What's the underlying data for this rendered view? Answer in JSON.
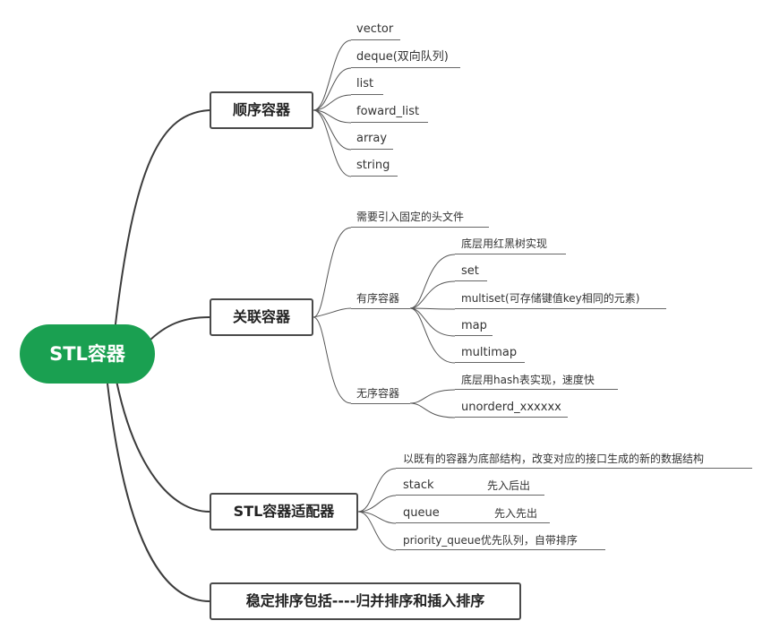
{
  "root": {
    "label": "STL容器"
  },
  "sequence": {
    "label": "顺序容器",
    "items": [
      "vector",
      "deque(双向队列)",
      "list",
      "foward_list",
      "array",
      "string"
    ]
  },
  "associative": {
    "label": "关联容器",
    "note": "需要引入固定的头文件",
    "ordered": {
      "label": "有序容器",
      "items": [
        "底层用红黑树实现",
        "set",
        "multiset(可存储键值key相同的元素)",
        "map",
        "multimap"
      ]
    },
    "unordered": {
      "label": "无序容器",
      "items": [
        "底层用hash表实现，速度快",
        "unorderd_xxxxxx"
      ]
    }
  },
  "adapter": {
    "label": "STL容器适配器",
    "items": [
      {
        "label": "以既有的容器为底部结构，改变对应的接口生成的新的数据结构",
        "note": ""
      },
      {
        "label": "stack",
        "note": "先入后出"
      },
      {
        "label": "queue",
        "note": "先入先出"
      },
      {
        "label": "priority_queue优先队列，自带排序",
        "note": ""
      }
    ]
  },
  "sorting": {
    "label": "稳定排序包括----归并排序和插入排序"
  }
}
